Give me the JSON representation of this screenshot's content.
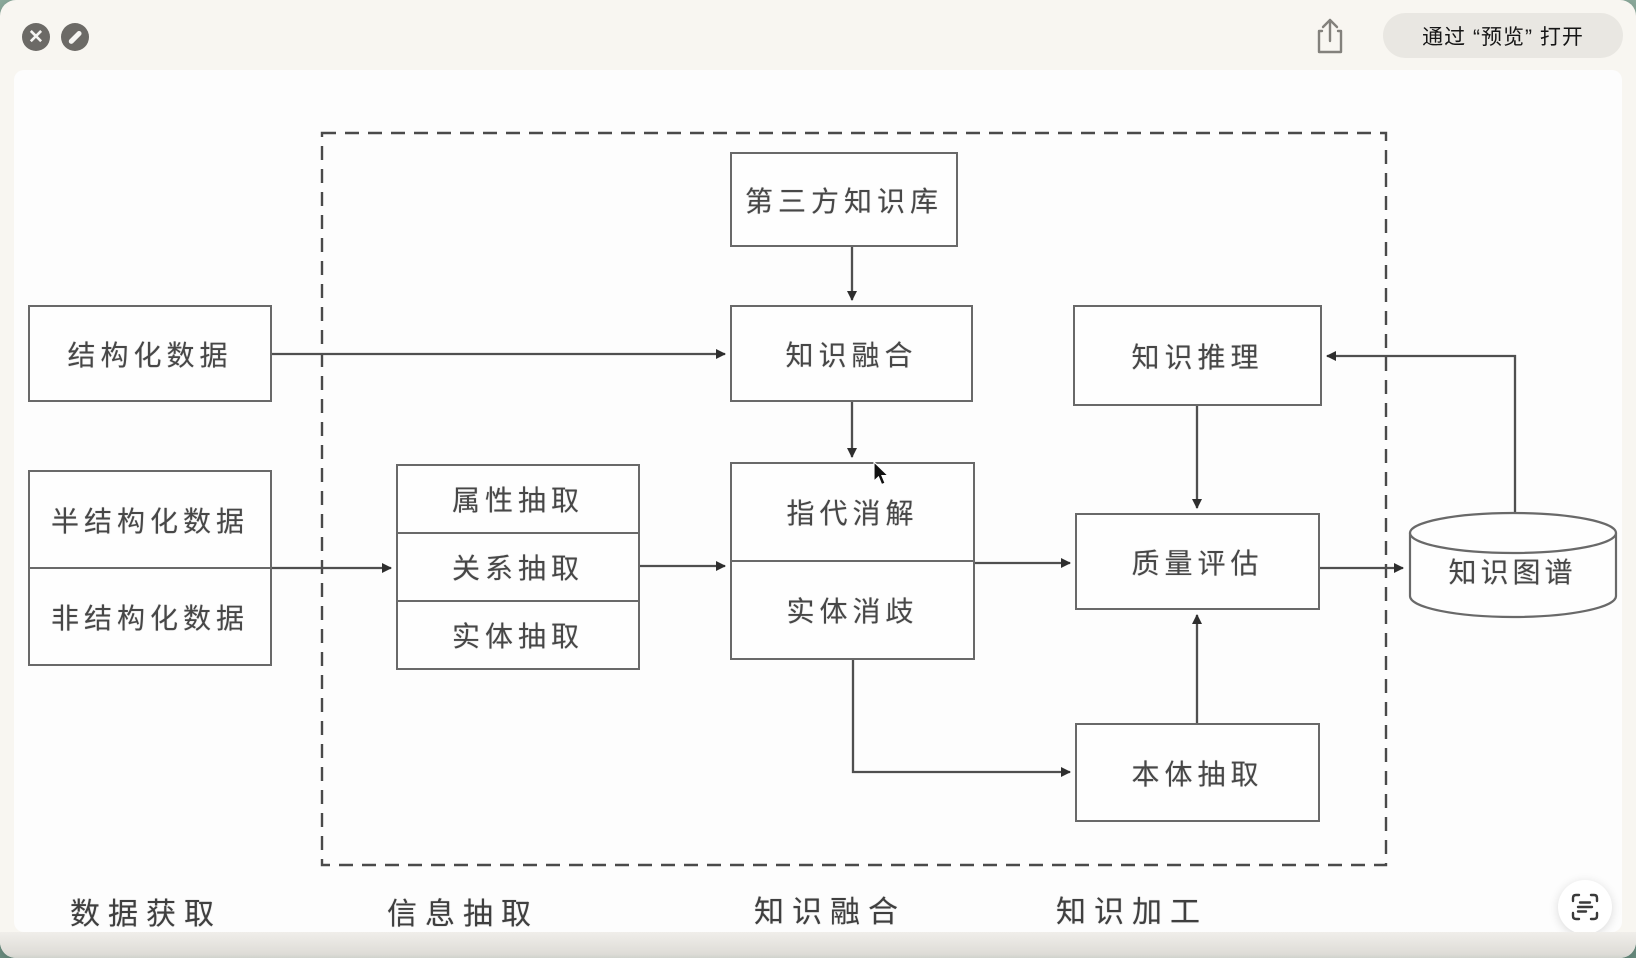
{
  "window": {
    "toolbar": {
      "open_with_preview_label": "通过 “预览” 打开",
      "close_glyph": "✕"
    }
  },
  "diagram": {
    "nodes": {
      "third_party_kb": "第三方知识库",
      "structured_data": "结构化数据",
      "semi_structured_data": "半结构化数据",
      "unstructured_data": "非结构化数据",
      "attribute_extraction": "属性抽取",
      "relation_extraction": "关系抽取",
      "entity_extraction": "实体抽取",
      "knowledge_fusion": "知识融合",
      "coreference_resolution": "指代消解",
      "entity_disambiguation": "实体消歧",
      "knowledge_reasoning": "知识推理",
      "quality_evaluation": "质量评估",
      "ontology_extraction": "本体抽取",
      "knowledge_graph": "知识图谱"
    },
    "stage_labels": [
      "数据获取",
      "信息抽取",
      "知识融合",
      "知识加工"
    ],
    "edges": [
      {
        "from": "third_party_kb",
        "to": "knowledge_fusion"
      },
      {
        "from": "structured_data",
        "to": "knowledge_fusion"
      },
      {
        "from": "knowledge_fusion",
        "to": "coreference_resolution"
      },
      {
        "from": "semi_structured_data/unstructured_data",
        "to": "relation_extraction"
      },
      {
        "from": "relation_extraction",
        "to": "coreference_resolution"
      },
      {
        "from": "entity_disambiguation",
        "to": "quality_evaluation"
      },
      {
        "from": "knowledge_reasoning",
        "to": "quality_evaluation"
      },
      {
        "from": "entity_disambiguation",
        "to": "ontology_extraction"
      },
      {
        "from": "ontology_extraction",
        "to": "quality_evaluation"
      },
      {
        "from": "quality_evaluation",
        "to": "knowledge_graph"
      },
      {
        "from": "knowledge_graph",
        "to": "knowledge_reasoning"
      }
    ],
    "colors": {
      "line": "#4f4f4f",
      "box_border": "#696969",
      "text": "#474747",
      "page_bg": "#fdfdfd",
      "chrome_bg": "#f8f6f1",
      "pill_bg": "#e9e7e2"
    }
  }
}
